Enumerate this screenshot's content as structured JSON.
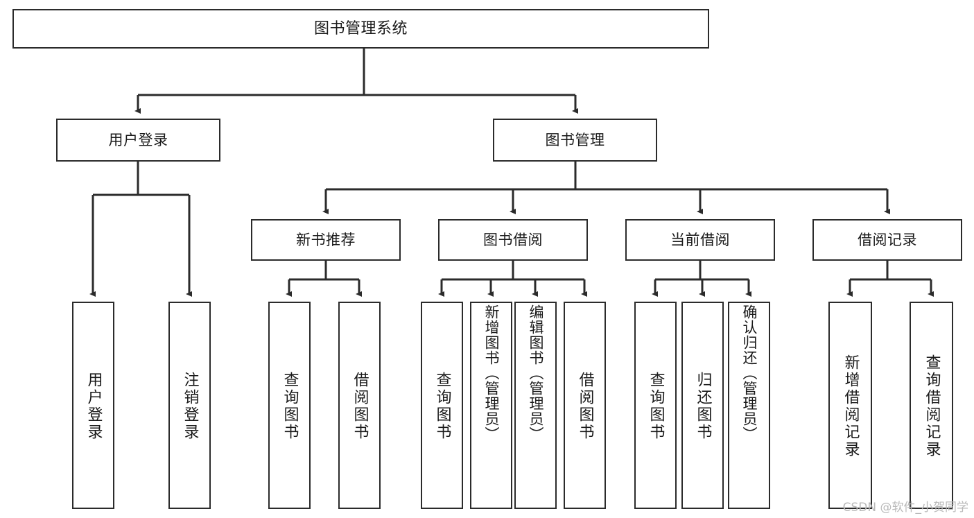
{
  "diagram": {
    "title": "图书管理系统",
    "type": "tree-hierarchy-chart",
    "orientation": "top-down",
    "colors": {
      "line": "#2b2b2b",
      "box_border": "#2b2b2b",
      "box_fill": "#ffffff",
      "text": "#1a1a1a",
      "watermark": "#b9b9b9"
    },
    "root": {
      "id": "root",
      "label": "图书管理系统",
      "text_direction": "horizontal"
    },
    "level2": [
      {
        "id": "user-login",
        "label": "用户登录",
        "text_direction": "horizontal"
      },
      {
        "id": "book-manage",
        "label": "图书管理",
        "text_direction": "horizontal"
      }
    ],
    "level3": [
      {
        "id": "new-book-recommend",
        "label": "新书推荐",
        "text_direction": "horizontal",
        "parent": "book-manage"
      },
      {
        "id": "book-borrow",
        "label": "图书借阅",
        "text_direction": "horizontal",
        "parent": "book-manage"
      },
      {
        "id": "current-borrow",
        "label": "当前借阅",
        "text_direction": "horizontal",
        "parent": "book-manage"
      },
      {
        "id": "borrow-record",
        "label": "借阅记录",
        "text_direction": "horizontal",
        "parent": "book-manage"
      }
    ],
    "leaves": [
      {
        "id": "leaf-user-login",
        "label": "用户登录",
        "text_direction": "vertical",
        "parent": "user-login"
      },
      {
        "id": "leaf-user-logout",
        "label": "注销登录",
        "text_direction": "vertical",
        "parent": "user-login"
      },
      {
        "id": "leaf-query-book-1",
        "label": "查询图书",
        "text_direction": "vertical",
        "parent": "new-book-recommend"
      },
      {
        "id": "leaf-borrow-book-1",
        "label": "借阅图书",
        "text_direction": "vertical",
        "parent": "new-book-recommend"
      },
      {
        "id": "leaf-query-book-2",
        "label": "查询图书",
        "text_direction": "vertical",
        "parent": "book-borrow"
      },
      {
        "id": "leaf-add-book",
        "label": "新增图书（管理员）",
        "text_direction": "vertical",
        "parent": "book-borrow"
      },
      {
        "id": "leaf-edit-book",
        "label": "编辑图书（管理员）",
        "text_direction": "vertical",
        "parent": "book-borrow"
      },
      {
        "id": "leaf-borrow-book-2",
        "label": "借阅图书",
        "text_direction": "vertical",
        "parent": "book-borrow"
      },
      {
        "id": "leaf-query-book-3",
        "label": "查询图书",
        "text_direction": "vertical",
        "parent": "current-borrow"
      },
      {
        "id": "leaf-return-book",
        "label": "归还图书",
        "text_direction": "vertical",
        "parent": "current-borrow"
      },
      {
        "id": "leaf-confirm-return",
        "label": "确认归还（管理员）",
        "text_direction": "vertical",
        "parent": "current-borrow"
      },
      {
        "id": "leaf-add-record",
        "label": "新增借阅记录",
        "text_direction": "vertical",
        "parent": "borrow-record"
      },
      {
        "id": "leaf-query-record",
        "label": "查询借阅记录",
        "text_direction": "vertical",
        "parent": "borrow-record"
      }
    ],
    "watermark": "CSDN @软件_小贺同学"
  }
}
